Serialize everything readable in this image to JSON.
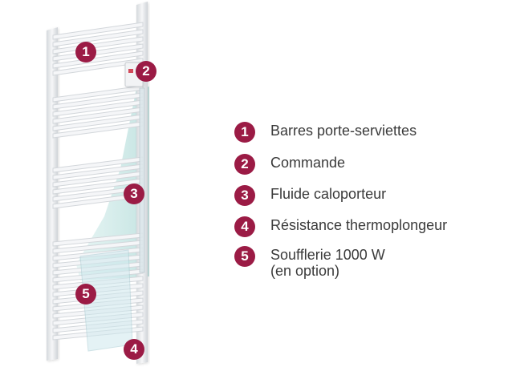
{
  "colors": {
    "badge": "#9b1b45",
    "badge_text": "#ffffff",
    "legend_text": "#3a3a3a",
    "radiator_frame": "#e4e7ea",
    "radiator_bar": "#f4f5f7",
    "fluid": "#a9d8d6",
    "resistance": "#c9d5dc"
  },
  "callouts": [
    {
      "number": "1"
    },
    {
      "number": "2"
    },
    {
      "number": "3"
    },
    {
      "number": "4"
    },
    {
      "number": "5"
    }
  ],
  "legend": [
    {
      "number": "1",
      "text": "Barres porte-serviettes",
      "text2": ""
    },
    {
      "number": "2",
      "text": "Commande",
      "text2": ""
    },
    {
      "number": "3",
      "text": "Fluide caloporteur",
      "text2": ""
    },
    {
      "number": "4",
      "text": "Résistance thermoplongeur",
      "text2": ""
    },
    {
      "number": "5",
      "text": "Soufflerie 1000 W",
      "text2": "(en option)"
    }
  ]
}
